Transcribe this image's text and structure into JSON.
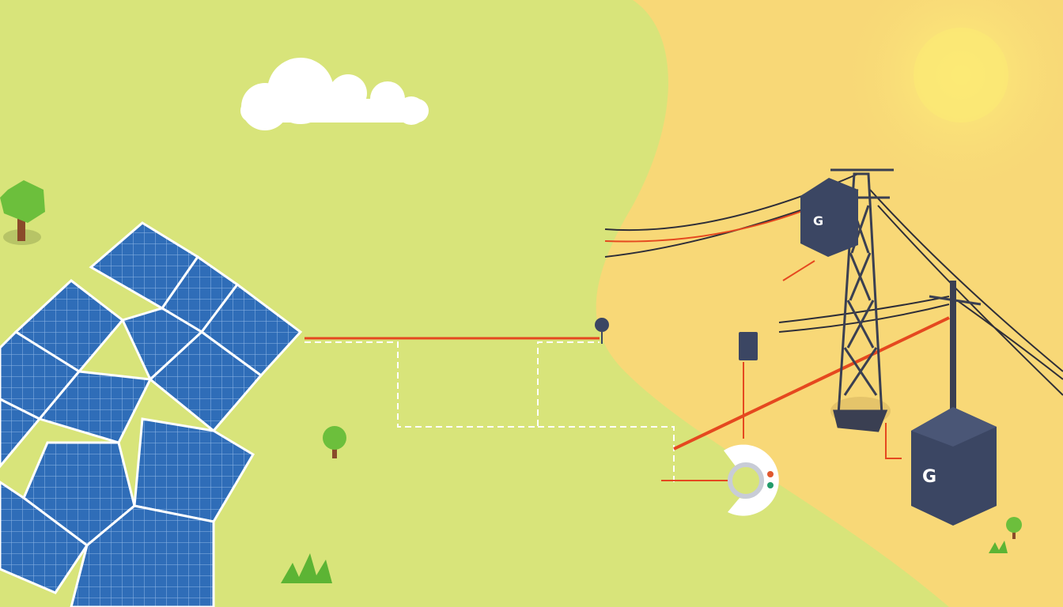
{
  "scene": {
    "colors": {
      "grass": "#d8e47a",
      "sunny_zone": "#f8d877",
      "sun": "#fbe874",
      "panel": "#2f6db8",
      "panel_frame": "#ffffff",
      "tower": "#3a3f52",
      "cabinet": "#3b4663",
      "power_line_red": "#e5481f",
      "data_line_white": "#ffffff",
      "tree": "#6cbf3c",
      "trunk": "#8a4a2a",
      "indicator_red": "#e0582f",
      "indicator_green": "#239b6a"
    },
    "icons": [
      "cloud-icon",
      "sun-icon",
      "solar-panel-array",
      "transmission-tower",
      "utility-pole",
      "battery-cabinet",
      "transformer-box",
      "meter-gauge",
      "sign-board",
      "tree-icon",
      "grass-tuft-icon"
    ]
  }
}
